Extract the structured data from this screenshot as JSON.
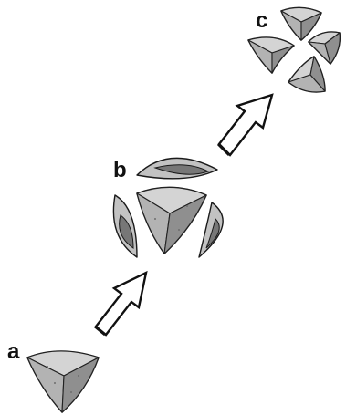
{
  "labels": {
    "a": "a",
    "b": "b",
    "c": "c"
  },
  "colors": {
    "outline": "#1a1a1a",
    "light_face": "#d4d4d4",
    "mid_face": "#b3b3b3",
    "dark_face": "#8f8f8f",
    "arrow_fill": "#ffffff"
  }
}
